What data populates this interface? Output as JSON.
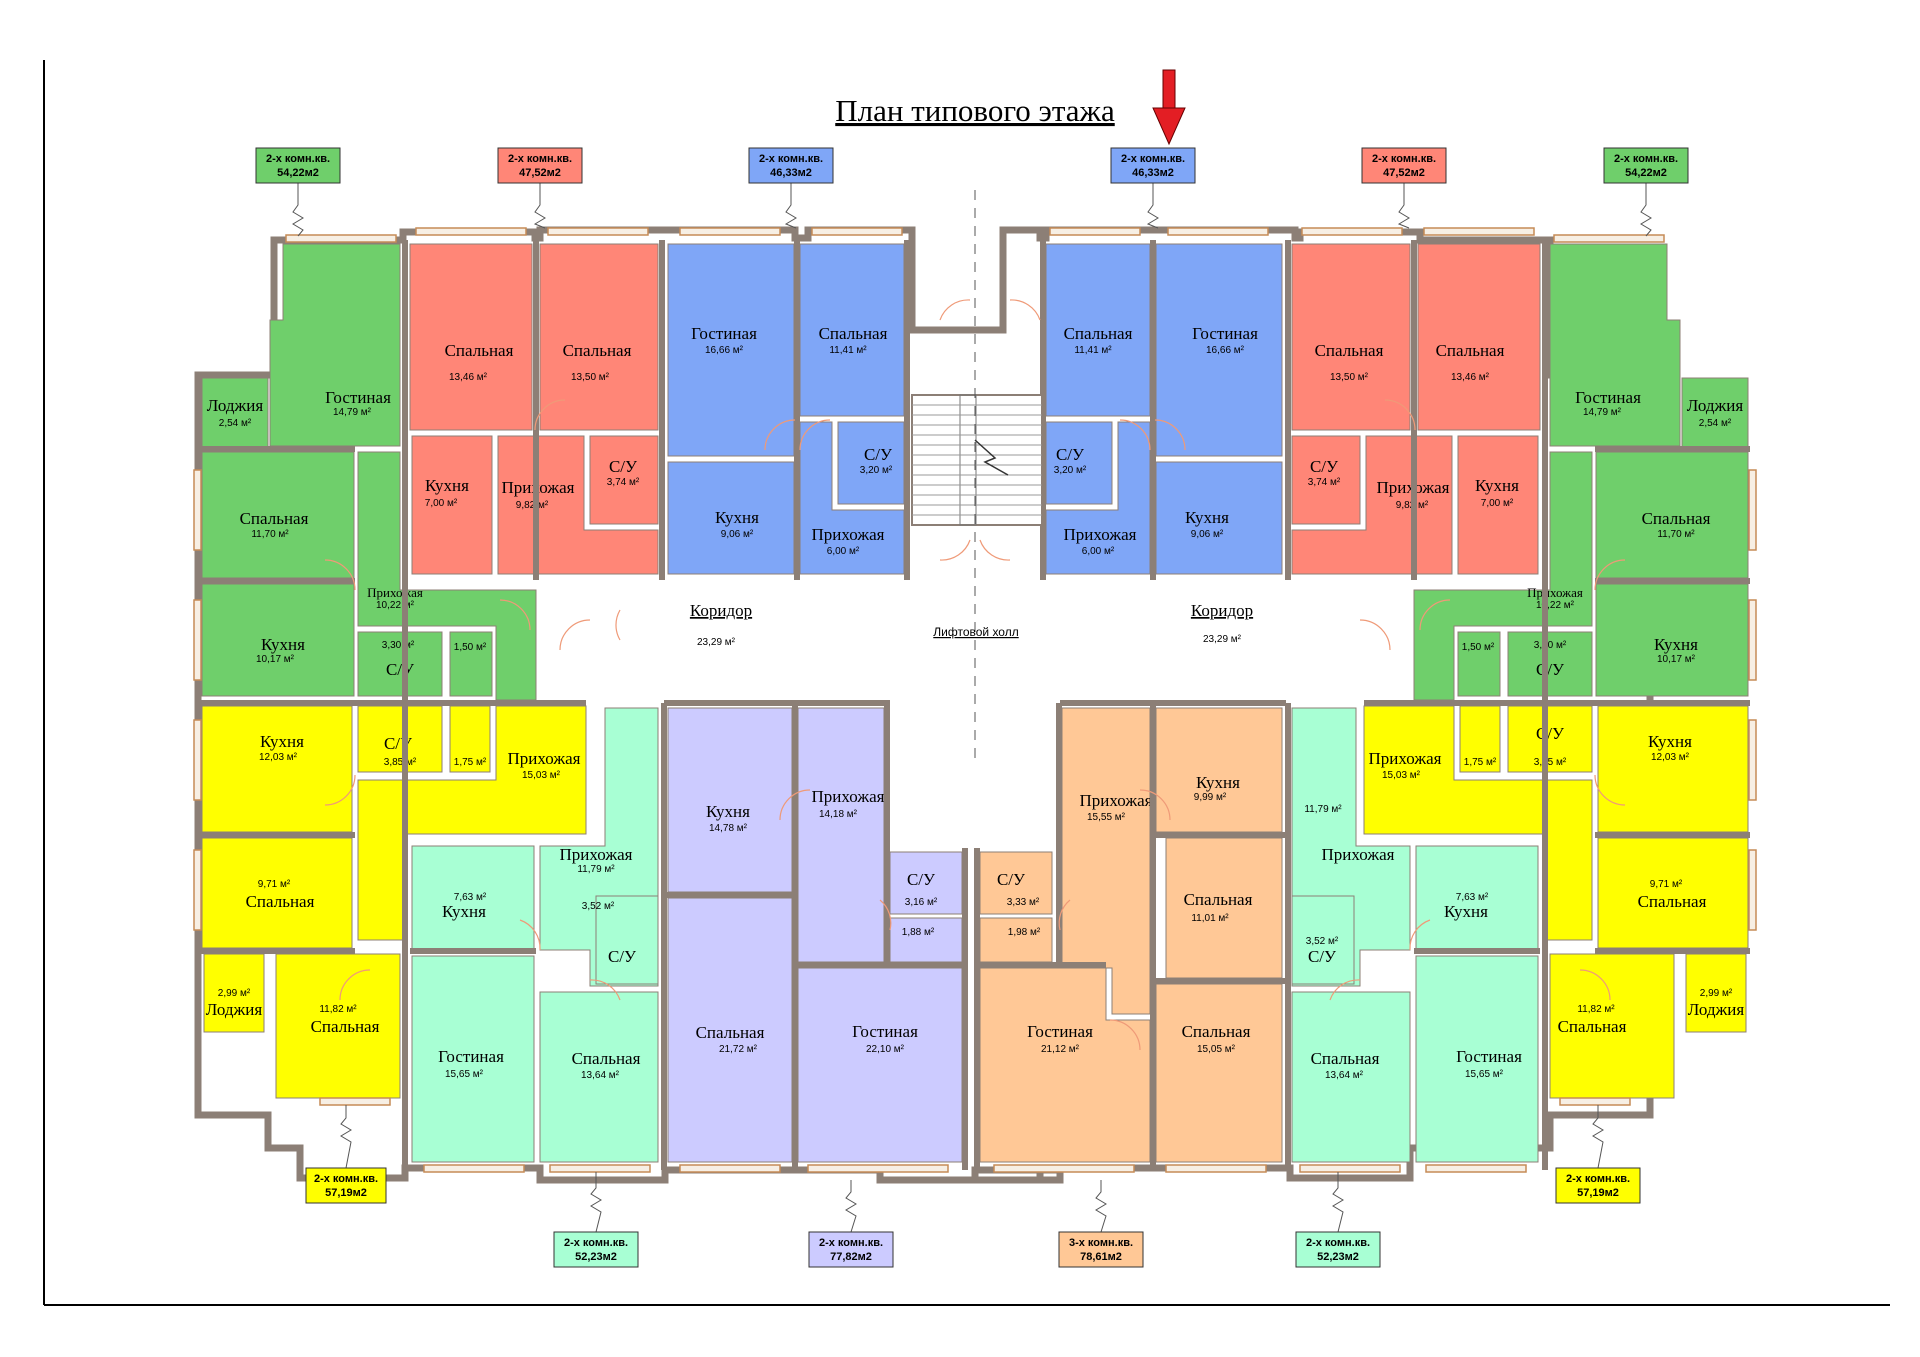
{
  "title": "План типового этажа",
  "colors": {
    "green": "#6fcf6b",
    "red": "#ff8677",
    "blue": "#7fa6f7",
    "yellow": "#ffff00",
    "mint": "#a8ffd4",
    "lavender": "#cccbff",
    "peach": "#ffc896",
    "arrow": "#e31e24"
  },
  "labels": [
    {
      "type": "2-х комн.кв.",
      "area": "54,22м2",
      "color": "#6fcf6b"
    },
    {
      "type": "2-х комн.кв.",
      "area": "47,52м2",
      "color": "#ff8677"
    },
    {
      "type": "2-х комн.кв.",
      "area": "46,33м2",
      "color": "#7fa6f7"
    },
    {
      "type": "2-х комн.кв.",
      "area": "46,33м2",
      "color": "#7fa6f7"
    },
    {
      "type": "2-х комн.кв.",
      "area": "47,52м2",
      "color": "#ff8677"
    },
    {
      "type": "2-х комн.кв.",
      "area": "54,22м2",
      "color": "#6fcf6b"
    },
    {
      "type": "2-х комн.кв.",
      "area": "57,19м2",
      "color": "#ffff00"
    },
    {
      "type": "2-х комн.кв.",
      "area": "52,23м2",
      "color": "#a8ffd4"
    },
    {
      "type": "2-х комн.кв.",
      "area": "77,82м2",
      "color": "#cccbff"
    },
    {
      "type": "3-х комн.кв.",
      "area": "78,61м2",
      "color": "#ffc896"
    },
    {
      "type": "2-х комн.кв.",
      "area": "52,23м2",
      "color": "#a8ffd4"
    },
    {
      "type": "2-х комн.кв.",
      "area": "57,19м2",
      "color": "#ffff00"
    }
  ],
  "rooms": [
    {
      "name": "Лоджия",
      "area": "2,54 м²",
      "color": "#6fcf6b"
    },
    {
      "name": "Гостиная",
      "area": "14,79 м²",
      "color": "#6fcf6b"
    },
    {
      "name": "Спальная",
      "area": "11,70 м²",
      "color": "#6fcf6b"
    },
    {
      "name": "Прихожая",
      "area": "10,22 м²",
      "color": "#6fcf6b"
    },
    {
      "name": "Кухня",
      "area": "10,17 м²",
      "color": "#6fcf6b"
    },
    {
      "name": "С/У",
      "area": "3,30 м²",
      "color": "#6fcf6b"
    },
    {
      "name": "",
      "area": "1,50 м²",
      "color": "#6fcf6b"
    },
    {
      "name": "Спальная",
      "area": "13,46 м²",
      "color": "#ff8677"
    },
    {
      "name": "Спальная",
      "area": "13,50 м²",
      "color": "#ff8677"
    },
    {
      "name": "Кухня",
      "area": "7,00 м²",
      "color": "#ff8677"
    },
    {
      "name": "Прихожая",
      "area": "9,82 м²",
      "color": "#ff8677"
    },
    {
      "name": "С/У",
      "area": "3,74 м²",
      "color": "#ff8677"
    },
    {
      "name": "Гостиная",
      "area": "16,66 м²",
      "color": "#7fa6f7"
    },
    {
      "name": "Спальная",
      "area": "11,41 м²",
      "color": "#7fa6f7"
    },
    {
      "name": "С/У",
      "area": "3,20 м²",
      "color": "#7fa6f7"
    },
    {
      "name": "Кухня",
      "area": "9,06 м²",
      "color": "#7fa6f7"
    },
    {
      "name": "Прихожая",
      "area": "6,00 м²",
      "color": "#7fa6f7"
    },
    {
      "name": "Спальная",
      "area": "11,41 м²",
      "color": "#7fa6f7"
    },
    {
      "name": "Гостиная",
      "area": "16,66 м²",
      "color": "#7fa6f7"
    },
    {
      "name": "С/У",
      "area": "3,20 м²",
      "color": "#7fa6f7"
    },
    {
      "name": "Прихожая",
      "area": "6,00 м²",
      "color": "#7fa6f7"
    },
    {
      "name": "Кухня",
      "area": "9,06 м²",
      "color": "#7fa6f7"
    },
    {
      "name": "Спальная",
      "area": "13,50 м²",
      "color": "#ff8677"
    },
    {
      "name": "Спальная",
      "area": "13,46 м²",
      "color": "#ff8677"
    },
    {
      "name": "С/У",
      "area": "3,74 м²",
      "color": "#ff8677"
    },
    {
      "name": "Прихожая",
      "area": "9,82 м²",
      "color": "#ff8677"
    },
    {
      "name": "Кухня",
      "area": "7,00 м²",
      "color": "#ff8677"
    },
    {
      "name": "Гостиная",
      "area": "14,79 м²",
      "color": "#6fcf6b"
    },
    {
      "name": "Лоджия",
      "area": "2,54 м²",
      "color": "#6fcf6b"
    },
    {
      "name": "Спальная",
      "area": "11,70 м²",
      "color": "#6fcf6b"
    },
    {
      "name": "Прихожая",
      "area": "10,22 м²",
      "color": "#6fcf6b"
    },
    {
      "name": "",
      "area": "1,50 м²",
      "color": "#6fcf6b"
    },
    {
      "name": "С/У",
      "area": "3,30 м²",
      "color": "#6fcf6b"
    },
    {
      "name": "Кухня",
      "area": "10,17 м²",
      "color": "#6fcf6b"
    },
    {
      "name": "Кухня",
      "area": "12,03 м²",
      "color": "#ffff00"
    },
    {
      "name": "С/У",
      "area": "3,85 м²",
      "color": "#ffff00"
    },
    {
      "name": "",
      "area": "1,75 м²",
      "color": "#ffff00"
    },
    {
      "name": "Прихожая",
      "area": "15,03 м²",
      "color": "#ffff00"
    },
    {
      "name": "Спальная",
      "area": "9,71 м²",
      "color": "#ffff00"
    },
    {
      "name": "Лоджия",
      "area": "2,99 м²",
      "color": "#ffff00"
    },
    {
      "name": "Спальная",
      "area": "11,82 м²",
      "color": "#ffff00"
    },
    {
      "name": "Кухня",
      "area": "7,63 м²",
      "color": "#a8ffd4"
    },
    {
      "name": "Прихожая",
      "area": "11,79 м²",
      "color": "#a8ffd4"
    },
    {
      "name": "С/У",
      "area": "3,52 м²",
      "color": "#a8ffd4"
    },
    {
      "name": "Гостиная",
      "area": "15,65 м²",
      "color": "#a8ffd4"
    },
    {
      "name": "Спальная",
      "area": "13,64 м²",
      "color": "#a8ffd4"
    },
    {
      "name": "Кухня",
      "area": "14,78 м²",
      "color": "#cccbff"
    },
    {
      "name": "Прихожая",
      "area": "14,18 м²",
      "color": "#cccbff"
    },
    {
      "name": "С/У",
      "area": "3,16 м²",
      "color": "#cccbff"
    },
    {
      "name": "",
      "area": "1,88 м²",
      "color": "#cccbff"
    },
    {
      "name": "Спальная",
      "area": "21,72 м²",
      "color": "#cccbff"
    },
    {
      "name": "Гостиная",
      "area": "22,10 м²",
      "color": "#cccbff"
    },
    {
      "name": "С/У",
      "area": "3,33 м²",
      "color": "#ffc896"
    },
    {
      "name": "",
      "area": "1,98 м²",
      "color": "#ffc896"
    },
    {
      "name": "Прихожая",
      "area": "15,55 м²",
      "color": "#ffc896"
    },
    {
      "name": "Кухня",
      "area": "9,99 м²",
      "color": "#ffc896"
    },
    {
      "name": "Спальная",
      "area": "11,01 м²",
      "color": "#ffc896"
    },
    {
      "name": "Гостиная",
      "area": "21,12 м²",
      "color": "#ffc896"
    },
    {
      "name": "Спальная",
      "area": "15,05 м²",
      "color": "#ffc896"
    },
    {
      "name": "Прихожая",
      "area": "11,79 м²",
      "color": "#a8ffd4"
    },
    {
      "name": "Кухня",
      "area": "7,63 м²",
      "color": "#a8ffd4"
    },
    {
      "name": "С/У",
      "area": "3,52 м²",
      "color": "#a8ffd4"
    },
    {
      "name": "Спальная",
      "area": "13,64 м²",
      "color": "#a8ffd4"
    },
    {
      "name": "Гостиная",
      "area": "15,65 м²",
      "color": "#a8ffd4"
    },
    {
      "name": "Прихожая",
      "area": "15,03 м²",
      "color": "#ffff00"
    },
    {
      "name": "",
      "area": "1,75 м²",
      "color": "#ffff00"
    },
    {
      "name": "С/У",
      "area": "3,85 м²",
      "color": "#ffff00"
    },
    {
      "name": "Кухня",
      "area": "12,03 м²",
      "color": "#ffff00"
    },
    {
      "name": "Спальная",
      "area": "9,71 м²",
      "color": "#ffff00"
    },
    {
      "name": "Спальная",
      "area": "11,82 м²",
      "color": "#ffff00"
    },
    {
      "name": "Лоджия",
      "area": "2,99 м²",
      "color": "#ffff00"
    }
  ],
  "corridors": [
    {
      "name": "Коридор",
      "area": "23,29 м²"
    },
    {
      "name": "Коридор",
      "area": "23,29 м²"
    }
  ],
  "hall": {
    "name": "Лифтовой холл"
  }
}
